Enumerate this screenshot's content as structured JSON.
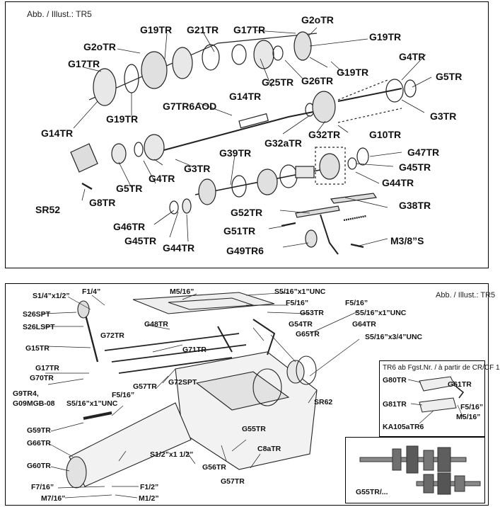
{
  "top": {
    "caption": "Abb. / Illust.: TR5",
    "labels": {
      "g2otr_a": "G2oTR",
      "g19tr_a": "G19TR",
      "g21tr": "G21TR",
      "g17tr_a": "G17TR",
      "g2otr_b": "G2oTR",
      "g19tr_b": "G19TR",
      "g17tr_b": "G17TR",
      "g4tr": "G4TR",
      "g5tr": "G5TR",
      "g19tr_c": "G19TR",
      "g25tr": "G25TR",
      "g26tr": "G26TR",
      "g14tr_a": "G14TR",
      "g19tr_d": "G19TR",
      "g7tr6aod": "G7TR6AOD",
      "g3tr_a": "G3TR",
      "g14tr_b": "G14TR",
      "g32atr": "G32aTR",
      "g32tr": "G32TR",
      "g10tr": "G10TR",
      "g39tr": "G39TR",
      "g47tr": "G47TR",
      "g4tr_b": "G4TR",
      "g3tr_b": "G3TR",
      "g45tr_a": "G45TR",
      "g5tr_b": "G5TR",
      "g44tr_a": "G44TR",
      "sr52": "SR52",
      "g8tr": "G8TR",
      "g38tr": "G38TR",
      "g52tr": "G52TR",
      "g46tr": "G46TR",
      "g51tr": "G51TR",
      "g45tr_b": "G45TR",
      "m38s": "M3/8”S",
      "g44tr_b": "G44TR",
      "g49tr6": "G49TR6"
    }
  },
  "bottom": {
    "caption": "Abb. / Illust.: TR5",
    "labels": {
      "s14x12": "S1/4”x1/2”",
      "f14": "F1/4”",
      "m516_a": "M5/16”",
      "s516x1unc_a": "S5/16”x1”UNC",
      "f516_a": "F5/16”",
      "s26spt": "S26SPT",
      "g53tr": "G53TR",
      "f516_b": "F5/16”",
      "s26lspt": "S26LSPT",
      "g48tr": "G48TR",
      "s516x1unc_b": "S5/16”x1”UNC",
      "g54tr": "G54TR",
      "g64tr": "G64TR",
      "g72tr": "G72TR",
      "g65tr": "G65TR",
      "s516x34unc": "S5/16”x3/4”UNC",
      "g15tr": "G15TR",
      "g71tr": "G71TR",
      "g17tr": "G17TR",
      "g70tr": "G70TR",
      "g72spt": "G72SPT",
      "g9tr4": "G9TR4,",
      "g09mgb": "G09MGB-08",
      "g57tr_a": "G57TR",
      "sr62": "SR62",
      "s516x1unc_c": "S5/16”x1”UNC",
      "f516_c": "F5/16”",
      "g59tr": "G59TR",
      "g55tr": "G55TR",
      "g66tr": "G66TR",
      "c8atr": "C8aTR",
      "g60tr": "G60TR",
      "s12x112": "S1/2”x1 1/2”",
      "g56tr": "G56TR",
      "f716": "F7/16”",
      "f12": "F1/2”",
      "g57tr_b": "G57TR",
      "m716": "M7/16”",
      "m12": "M1/2”"
    },
    "inset": {
      "title": "TR6 ab Fgst.Nr. / à partir de CR/CF 1",
      "g80tr": "G80TR",
      "g61tr": "G61TR",
      "g81tr": "G81TR",
      "f516": "F5/16”",
      "m516": "M5/16”",
      "ka105": "KA105aTR6"
    },
    "photo_label": "G55TR/..."
  }
}
